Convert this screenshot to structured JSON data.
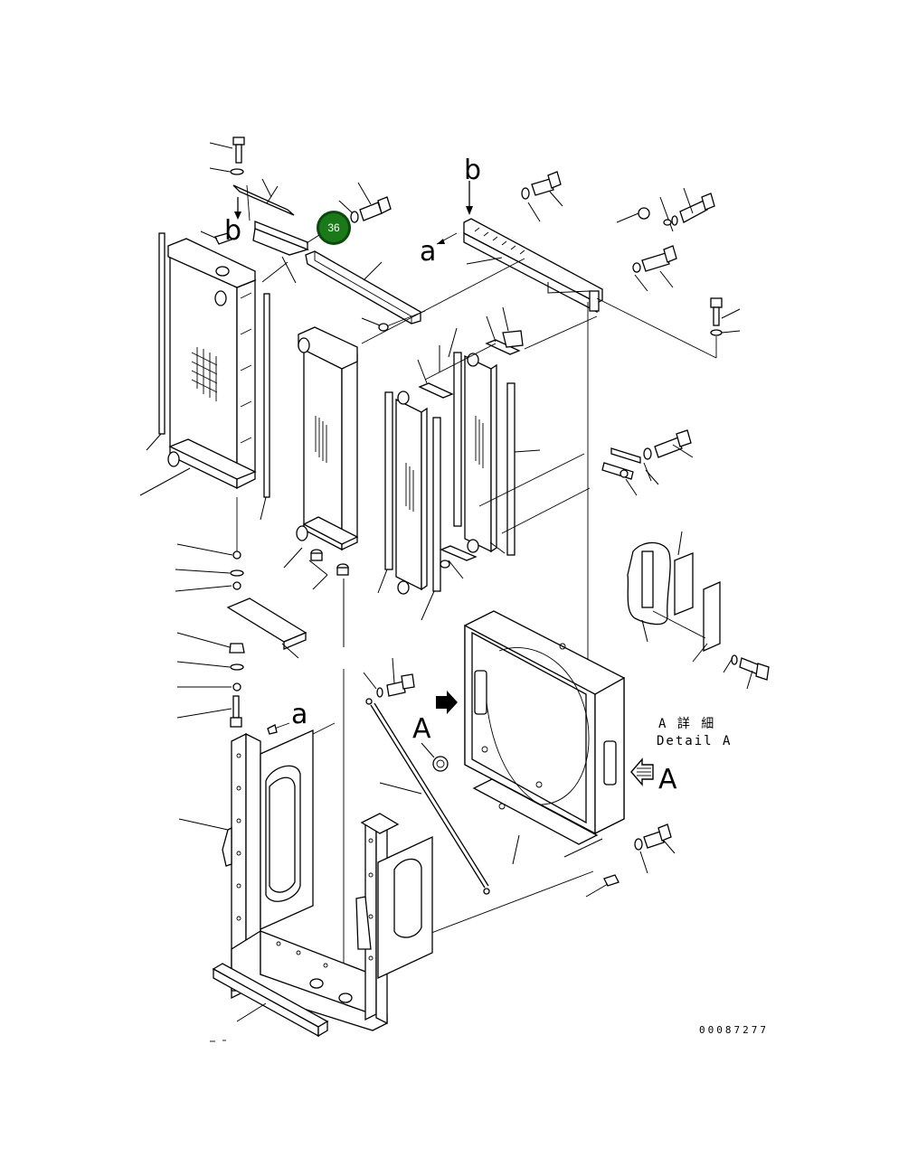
{
  "diagram": {
    "labels": {
      "b_top_left": "b",
      "b_top_right": "b",
      "a_top": "a",
      "a_lower": "a",
      "A_left": "A",
      "A_right": "A"
    },
    "detail_caption_jp": "A 詳 細",
    "detail_caption_en": "Detail A",
    "part_callout": "36",
    "document_number": "00087277",
    "colors": {
      "line": "#000000",
      "background": "#ffffff",
      "callout_fill": "#1a7a1a",
      "callout_ring": "#0a4a0a"
    }
  }
}
